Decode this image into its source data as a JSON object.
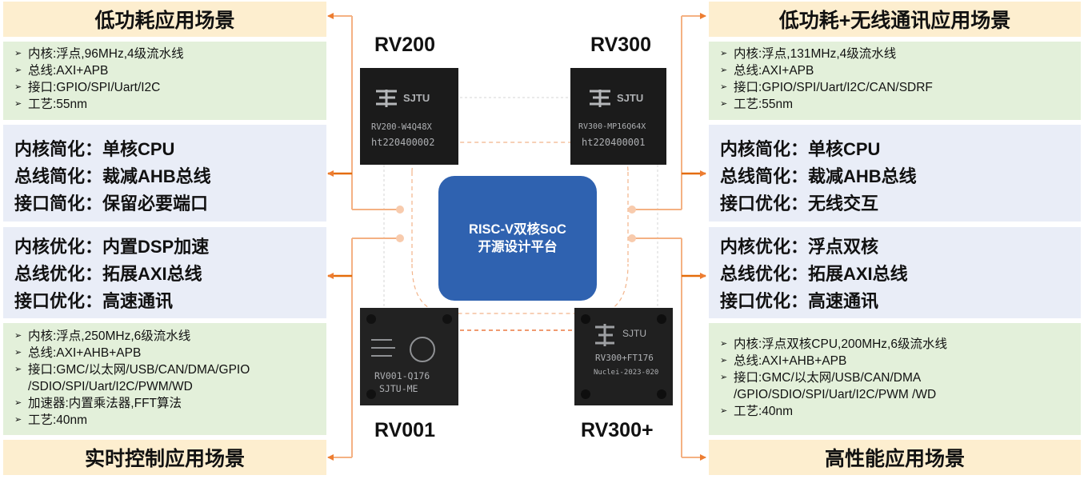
{
  "colors": {
    "arrow": "#ed7d31",
    "yellow_box": "#fdeecf",
    "green_box": "#e3f0da",
    "blue_box": "#e9edf7",
    "center": "#2f62b0",
    "chip": "#1b1b1b"
  },
  "left_top": {
    "title": "低功耗应用场景",
    "specs": [
      "内核:浮点,96MHz,4级流水线",
      "总线:AXI+APB",
      "接口:GPIO/SPI/Uart/I2C",
      "工艺:55nm"
    ],
    "features": [
      "内核简化：单核CPU",
      "总线简化：裁减AHB总线",
      "接口简化：保留必要端口"
    ]
  },
  "left_bottom": {
    "features": [
      "内核优化：内置DSP加速",
      "总线优化：拓展AXI总线",
      "接口优化：高速通讯"
    ],
    "specs": [
      "内核:浮点,250MHz,6级流水线",
      "总线:AXI+AHB+APB",
      "接口:GMC/以太网/USB/CAN/DMA/GPIO",
      "/SDIO/SPI/Uart/I2C/PWM/WD",
      "加速器:内置乘法器,FFT算法",
      "工艺:40nm"
    ],
    "title": "实时控制应用场景"
  },
  "right_top": {
    "title": "低功耗+无线通讯应用场景",
    "specs": [
      "内核:浮点,131MHz,4级流水线",
      "总线:AXI+APB",
      "接口:GPIO/SPI/Uart/I2C/CAN/SDRF",
      "工艺:55nm"
    ],
    "features": [
      "内核简化：单核CPU",
      "总线简化：裁减AHB总线",
      "接口优化：无线交互"
    ]
  },
  "right_bottom": {
    "features": [
      "内核优化：浮点双核",
      "总线优化：拓展AXI总线",
      "接口优化：高速通讯"
    ],
    "specs": [
      "内核:浮点双核CPU,200MHz,6级流水线",
      "总线:AXI+AHB+APB",
      "接口:GMC/以太网/USB/CAN/DMA",
      "/GPIO/SDIO/SPI/Uart/I2C/PWM /WD",
      "工艺:40nm"
    ],
    "title": "高性能应用场景"
  },
  "chips": {
    "rv200": {
      "label": "RV200",
      "brand": "SJTU",
      "line1": "RV200-W4Q48X",
      "line2": "ht220400002"
    },
    "rv300": {
      "label": "RV300",
      "brand": "SJTU",
      "line1": "RV300-MP16Q64X",
      "line2": "ht220400001"
    },
    "rv001": {
      "label": "RV001",
      "line1": "RV001-Q176",
      "line2": "SJTU-ME"
    },
    "rv300p": {
      "label": "RV300+",
      "brand": "SJTU",
      "line1": "RV300+FT176",
      "line2": "Nuclei-2023-020"
    }
  },
  "center": {
    "line1": "RISC-V双核SoC",
    "line2": "开源设计平台"
  },
  "bullet_marker": "➢"
}
